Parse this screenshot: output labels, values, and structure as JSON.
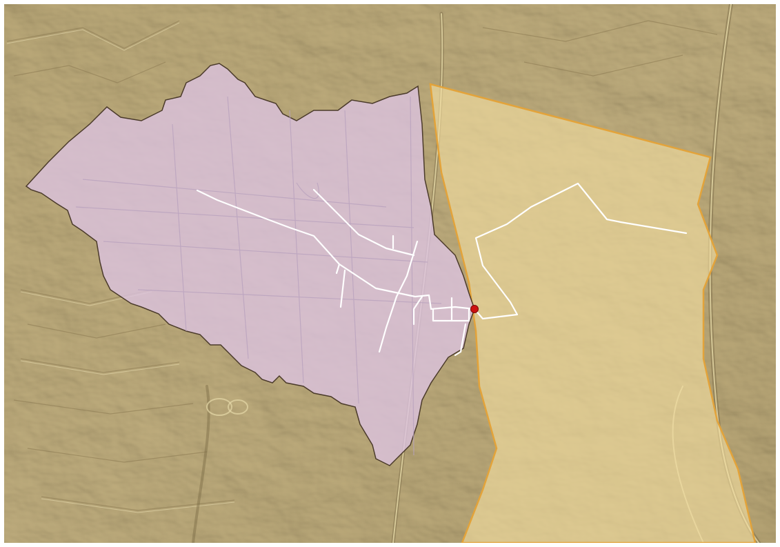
{
  "map": {
    "basemap": "shaded-relief-hillshade",
    "colors": {
      "relief_base": "#b8a574",
      "catchment_fill": "#d9c0dc",
      "catchment_outline": "#4a3a2a",
      "zone_fill": "#f0dca0",
      "zone_outline": "#e0a030",
      "network_line": "#ffffff",
      "outlet_point": "#cc1111"
    },
    "layers": [
      {
        "id": "catchment-polygon",
        "label": ""
      },
      {
        "id": "adjacent-zone-polygon",
        "label": ""
      },
      {
        "id": "drainage-network",
        "label": ""
      },
      {
        "id": "outlet-point",
        "label": ""
      }
    ]
  }
}
